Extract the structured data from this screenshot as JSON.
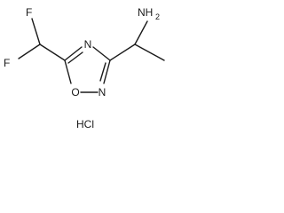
{
  "molecule": {
    "atoms": {
      "f_top": "F",
      "f_left": "F",
      "n_ring_top": "N",
      "o_ring": "O",
      "n_ring_bottom": "N",
      "nh2": "NH",
      "nh2_subscript": "2"
    },
    "salt": "HCl"
  }
}
